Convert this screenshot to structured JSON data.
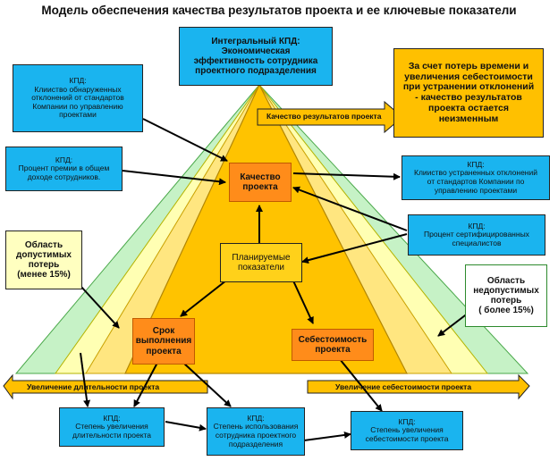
{
  "title": "Модель обеспечения качества результатов проекта и ее ключевые показатели",
  "colors": {
    "outer": "#c6f2c6",
    "middle": "#ffffb3",
    "core": "#ffc300",
    "kpd_box": "#1ab4ef",
    "arrow": "#ffc000"
  },
  "integral_kpd": {
    "line1": "Интегральный КПД:",
    "line2": "Экономическая",
    "line3": "эффективность сотрудника",
    "line4": "проектного подразделения"
  },
  "note": {
    "line1": "За счет потерь времени и",
    "line2": "увеличения себестоимости",
    "line3": "при устранении отклонений",
    "line4": "- качество результатов",
    "line5": "проекта остается",
    "line6": "неизменным"
  },
  "quality_arrow_label": "Качество результатов проекта",
  "duration_arrow_label": "Увеличение длительности проекта",
  "cost_arrow_label": "Увеличение себестоимости проекта",
  "kpd_boxes": [
    {
      "title": "КПД:",
      "lines": [
        "Клииство обнаруженных",
        "отклонений от стандартов",
        "Компании по управлению",
        "проектами"
      ]
    },
    {
      "title": "КПД:",
      "lines": [
        "Процент премии в общем",
        "доходе сотрудников."
      ]
    },
    {
      "title": "КПД:",
      "lines": [
        "Клииство устраненных отклонений",
        "от стандартов Компании по",
        "управлению проектами"
      ]
    },
    {
      "title": "КПД:",
      "lines": [
        "Процент сертифицированных",
        "специалистов"
      ]
    },
    {
      "title": "КПД:",
      "lines": [
        "Степень увеличения",
        "длительности проекта"
      ]
    },
    {
      "title": "КПД:",
      "lines": [
        "Степень использования",
        "сотрудника проектного",
        "подразделения"
      ]
    },
    {
      "title": "КПД:",
      "lines": [
        "Степень увеличения",
        "себестоимости проекта"
      ]
    }
  ],
  "quality": {
    "line1": "Качество",
    "line2": "проекта"
  },
  "planned": {
    "line1": "Планируемые",
    "line2": "показатели"
  },
  "deadline": {
    "line1": "Срок",
    "line2": "выполнения",
    "line3": "проекта"
  },
  "cost": {
    "line1": "Себестоимость",
    "line2": "проекта"
  },
  "acceptable": {
    "line1": "Область",
    "line2": "допустимых",
    "line3": "потерь",
    "line4": "(менее 15%)"
  },
  "unacceptable": {
    "line1": "Область",
    "line2": "недопустимых",
    "line3": "потерь",
    "line4": "( более 15%)"
  }
}
